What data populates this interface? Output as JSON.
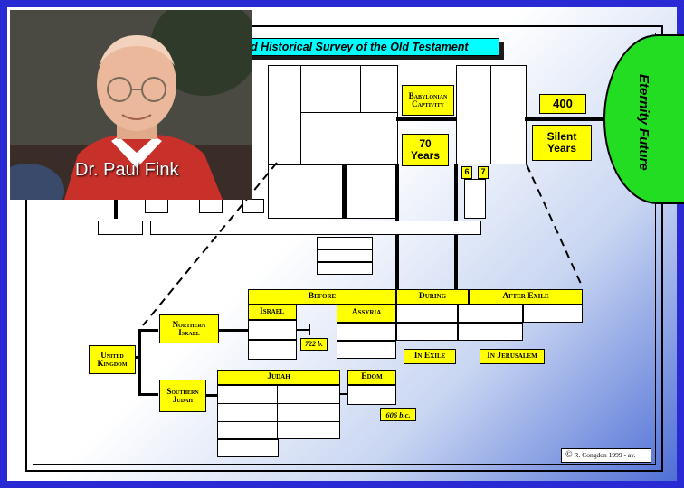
{
  "title": "d Historical Survey of the Old Testament",
  "photo_caption": "Dr. Paul Fink",
  "babylonian_captivity": "Babylonian Captivity",
  "seventy_years": "70\nYears",
  "four_hundred": "400",
  "silent_years": "Silent\nYears",
  "eternity": "Eternity Future",
  "six": "6",
  "seven": "7",
  "headers": {
    "before": "Before",
    "during": "During",
    "after_exile": "After Exile"
  },
  "israel": "Israel",
  "assyria": "Assyria",
  "northern_israel": "Northern\nIsrael",
  "united_kingdom": "United\nKingdom",
  "southern_judah": "Southern\nJudah",
  "judah": "Judah",
  "edom": "Edom",
  "date_722": "722 b.",
  "date_606": "606 b.c.",
  "in_exile": "In Exile",
  "in_jerusalem": "In Jerusalem",
  "copyright": "R. Congdon 1999 - av.",
  "copyright_symbol": "©",
  "colors": {
    "background": "#2a2ad4",
    "yellow": "#ffff00",
    "cyan": "#00ffff",
    "green": "#22dd22"
  }
}
